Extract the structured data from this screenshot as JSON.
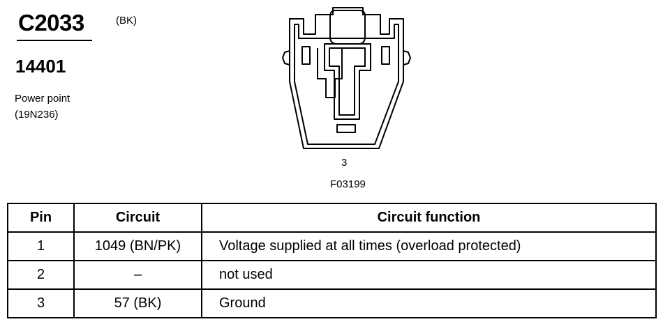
{
  "header": {
    "connector_id": "C2033",
    "connector_color": "(BK)",
    "part_number": "14401",
    "component_name": "Power point",
    "component_code": "(19N236)"
  },
  "figure": {
    "pin_callout": "3",
    "figure_id": "F03199"
  },
  "table": {
    "headers": {
      "pin": "Pin",
      "circuit": "Circuit",
      "function": "Circuit function"
    },
    "rows": [
      {
        "pin": "1",
        "circuit": "1049 (BN/PK)",
        "function": "Voltage supplied at all times (overload protected)"
      },
      {
        "pin": "2",
        "circuit": "–",
        "function": "not used"
      },
      {
        "pin": "3",
        "circuit": "57 (BK)",
        "function": "Ground"
      }
    ]
  }
}
